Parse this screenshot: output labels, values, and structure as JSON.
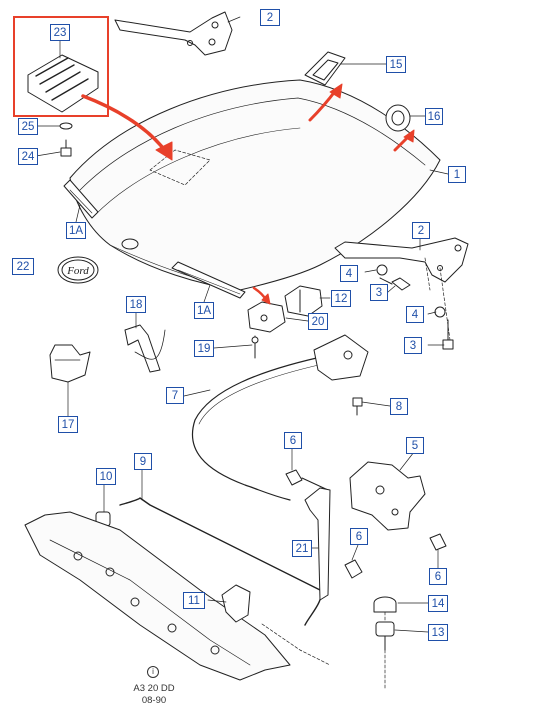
{
  "diagram": {
    "callouts": [
      {
        "id": "c23",
        "label": "23"
      },
      {
        "id": "c2a",
        "label": "2"
      },
      {
        "id": "c15",
        "label": "15"
      },
      {
        "id": "c16",
        "label": "16"
      },
      {
        "id": "c25",
        "label": "25"
      },
      {
        "id": "c24",
        "label": "24"
      },
      {
        "id": "c1",
        "label": "1"
      },
      {
        "id": "c1a1",
        "label": "1A"
      },
      {
        "id": "c2b",
        "label": "2"
      },
      {
        "id": "c22",
        "label": "22"
      },
      {
        "id": "c4a",
        "label": "4"
      },
      {
        "id": "c3a",
        "label": "3"
      },
      {
        "id": "c12",
        "label": "12"
      },
      {
        "id": "c1a2",
        "label": "1A"
      },
      {
        "id": "c4b",
        "label": "4"
      },
      {
        "id": "c20",
        "label": "20"
      },
      {
        "id": "c18",
        "label": "18"
      },
      {
        "id": "c3b",
        "label": "3"
      },
      {
        "id": "c19",
        "label": "19"
      },
      {
        "id": "c7",
        "label": "7"
      },
      {
        "id": "c8",
        "label": "8"
      },
      {
        "id": "c17",
        "label": "17"
      },
      {
        "id": "c6a",
        "label": "6"
      },
      {
        "id": "c5",
        "label": "5"
      },
      {
        "id": "c9",
        "label": "9"
      },
      {
        "id": "c10",
        "label": "10"
      },
      {
        "id": "c21",
        "label": "21"
      },
      {
        "id": "c6b",
        "label": "6"
      },
      {
        "id": "c6c",
        "label": "6"
      },
      {
        "id": "c11",
        "label": "11"
      },
      {
        "id": "c14",
        "label": "14"
      },
      {
        "id": "c13",
        "label": "13"
      }
    ],
    "ford_badge_text": "Ford",
    "footer": {
      "symbol": "i",
      "code": "A3 20 DD",
      "date": "08-90"
    },
    "colors": {
      "callout_border": "#1f4fa8",
      "highlight": "#e8402a",
      "line": "#222222"
    }
  }
}
